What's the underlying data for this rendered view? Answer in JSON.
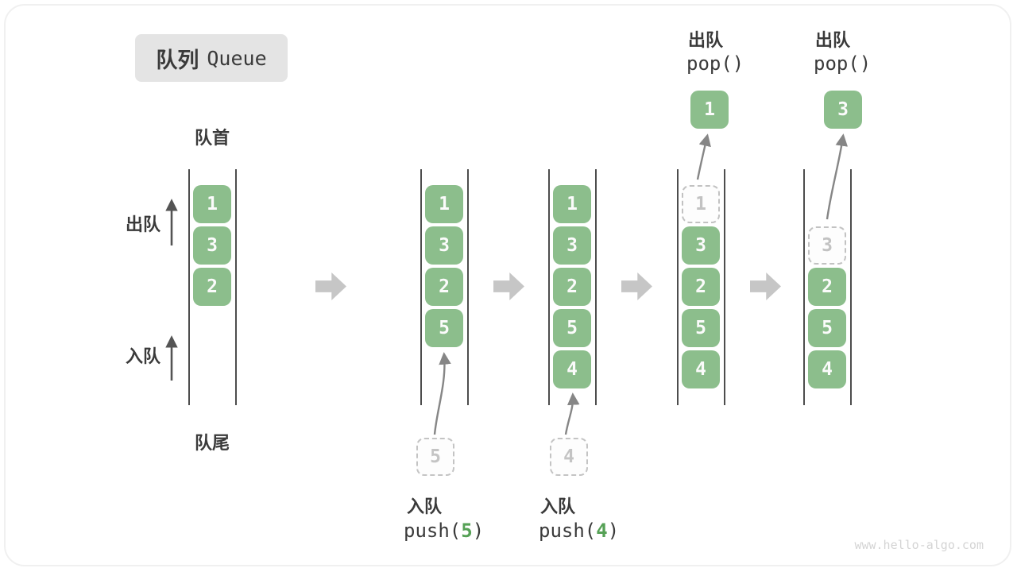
{
  "title": {
    "zh": "队列",
    "en": "Queue"
  },
  "labels": {
    "front": "队首",
    "rear": "队尾",
    "dequeue": "出队",
    "enqueue": "入队"
  },
  "colors": {
    "cell_green": "#8cbe8c",
    "arg_green": "#56a156",
    "dark_text": "#3a3a3a",
    "block_arrow_gray": "#c6c6c6",
    "dashed_gray": "#c2c2c2",
    "wall_gray": "#4d4d4d"
  },
  "states": [
    {
      "name": "initial",
      "slots": [
        {
          "value": "1"
        },
        {
          "value": "3"
        },
        {
          "value": "2"
        }
      ]
    },
    {
      "name": "after-push-5",
      "slots": [
        {
          "value": "1"
        },
        {
          "value": "3"
        },
        {
          "value": "2"
        },
        {
          "value": "5"
        }
      ],
      "incoming": "5",
      "op": {
        "label": "入队",
        "code_pre": "push(",
        "arg": "5",
        "code_post": ")"
      }
    },
    {
      "name": "after-push-4",
      "slots": [
        {
          "value": "1"
        },
        {
          "value": "3"
        },
        {
          "value": "2"
        },
        {
          "value": "5"
        },
        {
          "value": "4"
        }
      ],
      "incoming": "4",
      "op": {
        "label": "入队",
        "code_pre": "push(",
        "arg": "4",
        "code_post": ")"
      }
    },
    {
      "name": "pop-1",
      "slots": [
        {
          "value": "1",
          "dashed": true
        },
        {
          "value": "3"
        },
        {
          "value": "2"
        },
        {
          "value": "5"
        },
        {
          "value": "4"
        }
      ],
      "popped": "1",
      "op": {
        "label": "出队",
        "code": "pop()"
      }
    },
    {
      "name": "pop-3",
      "slots": [
        {
          "value": "3",
          "dashed": true
        },
        {
          "value": "2"
        },
        {
          "value": "5"
        },
        {
          "value": "4"
        }
      ],
      "popped": "3",
      "op": {
        "label": "出队",
        "code": "pop()"
      }
    }
  ],
  "watermark": "www.hello-algo.com"
}
